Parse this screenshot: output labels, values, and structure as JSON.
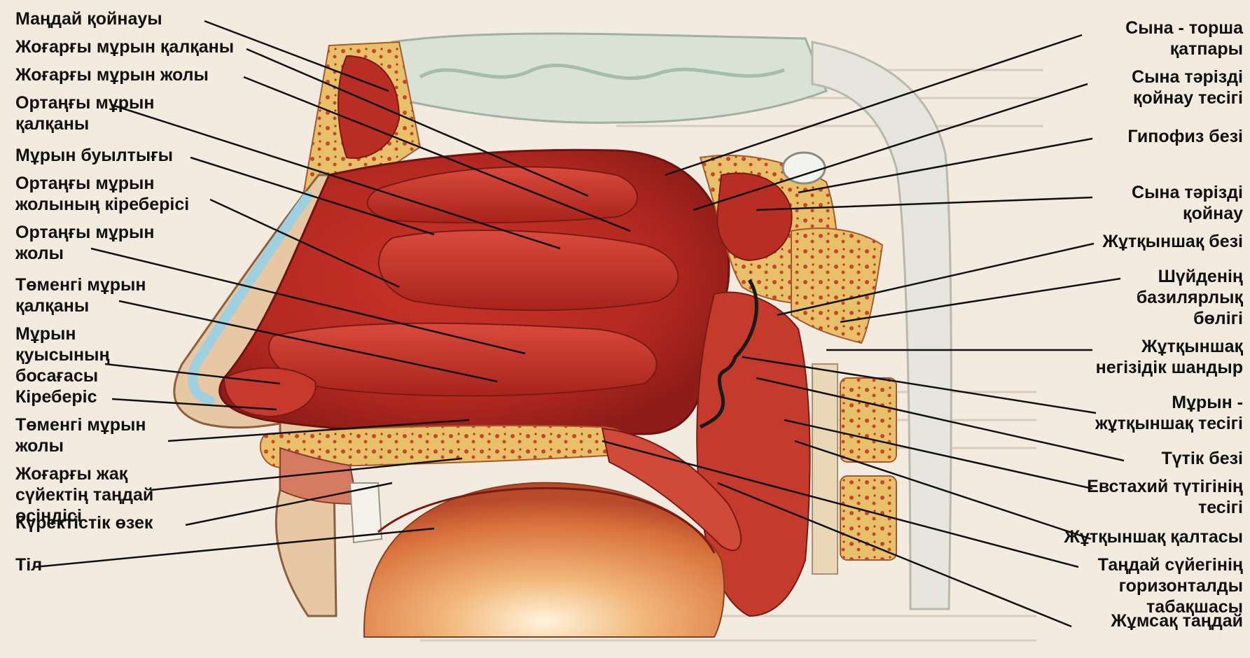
{
  "labels_left": [
    {
      "text": "Маңдай қойнауы"
    },
    {
      "text": "Жоғарғы мұрын қалқаны"
    },
    {
      "text": "Жоғарғы мұрын жолы"
    },
    {
      "text": "Ортаңғы мұрын\nқалқаны"
    },
    {
      "text": "Мұрын буылтығы"
    },
    {
      "text": "Ортаңғы мұрын\nжолының кіреберісі"
    },
    {
      "text": "Ортаңғы мұрын\nжолы"
    },
    {
      "text": "Төменгі мұрын\nқалқаны"
    },
    {
      "text": "Мұрын\nқуысының\nбосағасы"
    },
    {
      "text": "Кіреберіс"
    },
    {
      "text": "Төменгі мұрын\nжолы"
    },
    {
      "text": "Жоғарғы жақ\nсүйектің таңдай\nөсіндісі"
    },
    {
      "text": "Күректістік өзек"
    },
    {
      "text": "Тіл"
    }
  ],
  "labels_right": [
    {
      "text": "Сына - торша\nқатпары"
    },
    {
      "text": "Сына тәрізді\nқойнау тесігі"
    },
    {
      "text": "Гипофиз безі"
    },
    {
      "text": "Сына тәрізді\nқойнау"
    },
    {
      "text": "Жұтқыншақ безі"
    },
    {
      "text": "Шүйденің\nбазилярлық\nбөлігі"
    },
    {
      "text": "Жұтқыншақ\nнегізідік шандыр"
    },
    {
      "text": "Мұрын -\nжұтқыншақ тесігі"
    },
    {
      "text": "Түтік безі"
    },
    {
      "text": "Евстахий түтігінің\nтесігі"
    },
    {
      "text": "Жұтқыншақ қалтасы"
    },
    {
      "text": "Таңдай сүйегінің\nгоризонталды\nтабақшасы"
    },
    {
      "text": "Жұмсақ таңдай"
    }
  ]
}
